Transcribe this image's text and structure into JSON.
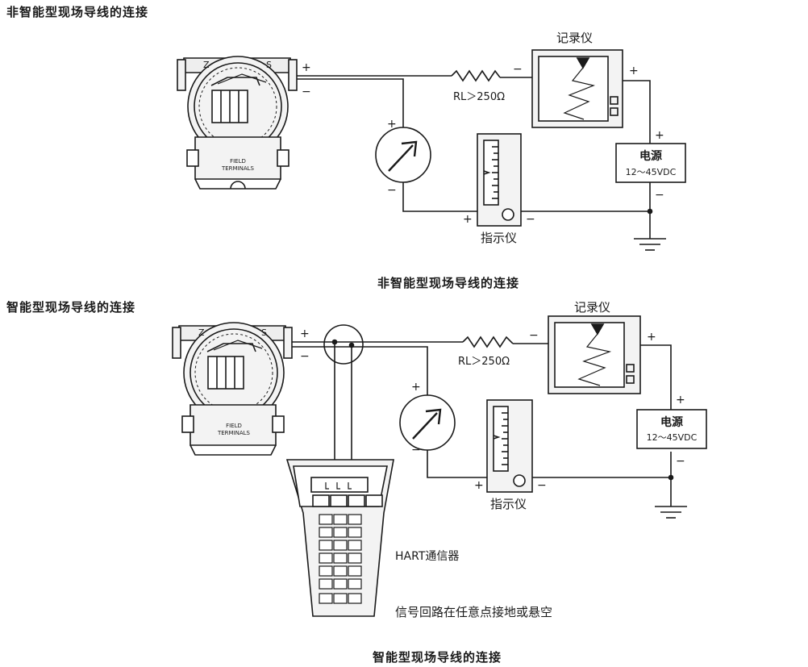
{
  "headings": {
    "top_left": "非智能型现场导线的连接",
    "caption_1": "非智能型现场导线的连接",
    "middle_left": "智能型现场导线的连接",
    "caption_2": "智能型现场导线的连接"
  },
  "labels": {
    "recorder": "记录仪",
    "indicator": "指示仪",
    "power_title": "电源",
    "power_range": "12～45VDC",
    "load_resistor": "RL＞250Ω",
    "field_terminals_1": "FIELD",
    "field_terminals_2": "TERMINALS",
    "terminal_z": "Z",
    "terminal_s": "S",
    "hart": "HART通信器",
    "grounding_note": "信号回路在任意点接地或悬空",
    "plus": "+",
    "minus": "−"
  },
  "colors": {
    "line": "#1a1a1a",
    "device_fill": "#f3f3f3",
    "panel_fill": "#ffffff"
  }
}
